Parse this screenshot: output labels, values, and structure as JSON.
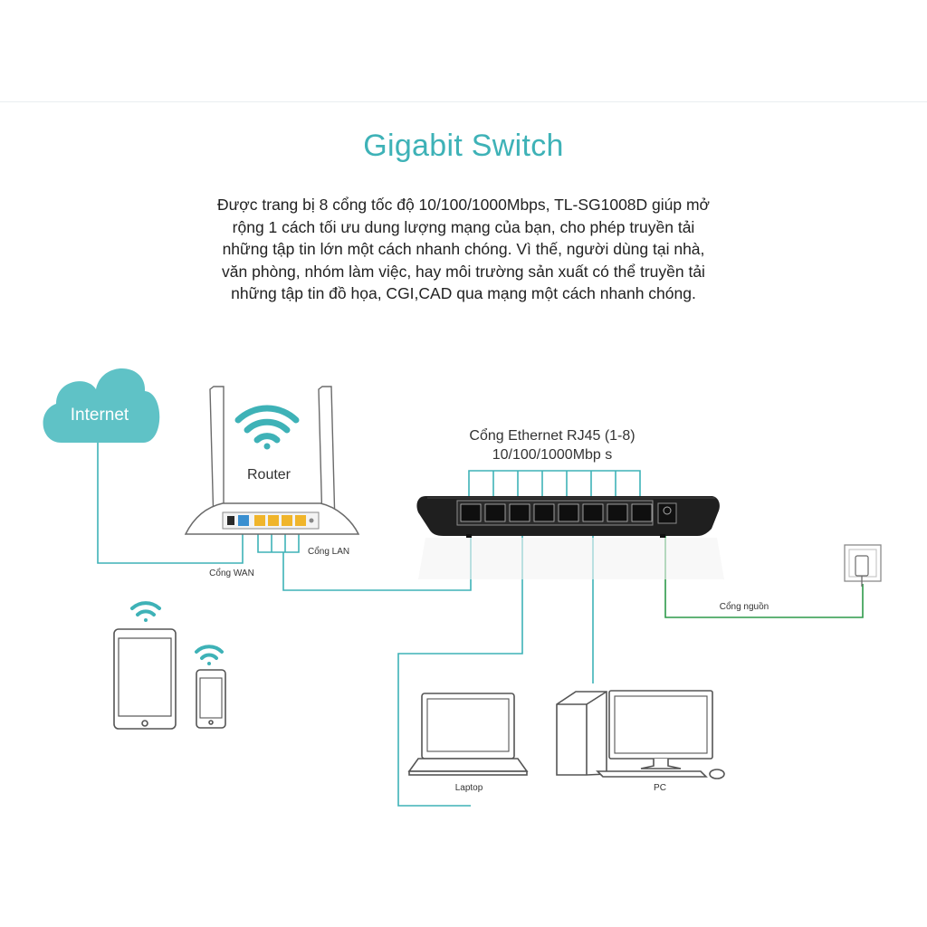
{
  "header": {
    "title": "Gigabit Switch",
    "description_lines": [
      "Được trang bị 8 cổng tốc độ 10/100/1000Mbps, TL-SG1008D giúp mở",
      "rộng 1 cách tối ưu dung lượng mạng của bạn, cho phép truyền tải",
      "những tập tin lớn một cách nhanh chóng. Vì thế, người dùng tại nhà,",
      "văn phòng, nhóm làm việc, hay môi trường sản xuất có thể truyền tải",
      "những tập tin đồ họa, CGI,CAD qua mạng một cách nhanh chóng."
    ]
  },
  "diagram": {
    "cloud_label": "Internet",
    "router_label": "Router",
    "switch_label_line1": "Cổng Ethernet RJ45 (1-8)",
    "switch_label_line2": "10/100/1000Mbp s",
    "wan_label": "Cổng WAN",
    "lan_label": "Cổng LAN",
    "power_label": "Cổng nguồn",
    "laptop_label": "Laptop",
    "pc_label": "PC",
    "colors": {
      "teal": "#3eb2b7",
      "cloud": "#5fc2c6",
      "switch_body": "#1f1f1f",
      "router_port_yellow": "#f0b52b",
      "router_port_blue": "#3a8fd0",
      "power_line": "#2e9a4a"
    }
  }
}
